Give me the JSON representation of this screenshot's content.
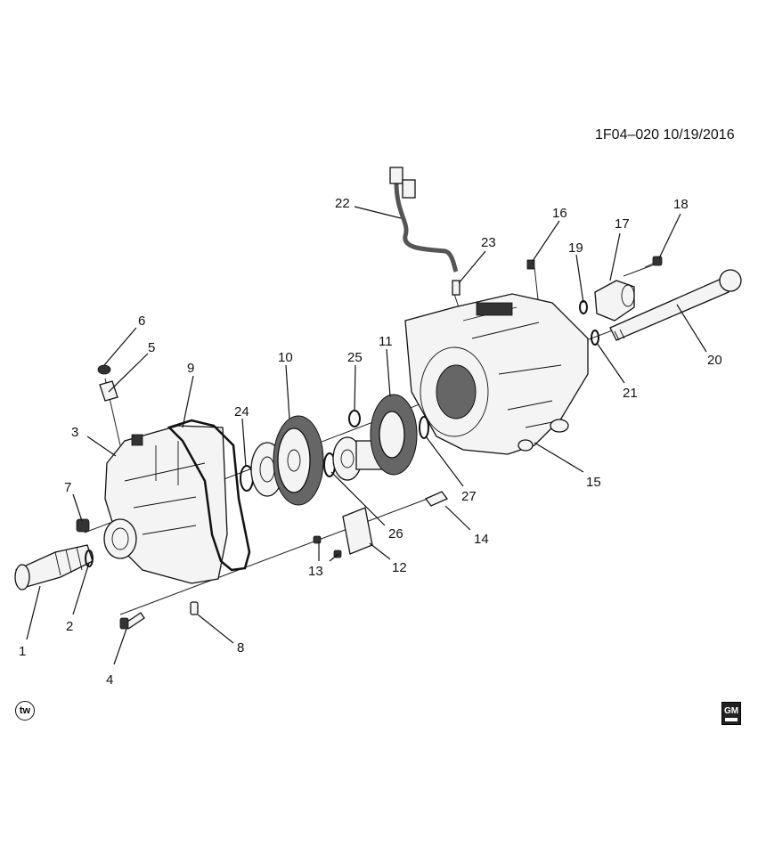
{
  "header": {
    "doc_id": "1F04–020  10/19/2016"
  },
  "badges": {
    "tw_label": "tw",
    "logo_text": "GM"
  },
  "parts": [
    {
      "number": "1"
    },
    {
      "number": "2"
    },
    {
      "number": "3"
    },
    {
      "number": "4"
    },
    {
      "number": "5"
    },
    {
      "number": "6"
    },
    {
      "number": "7"
    },
    {
      "number": "8"
    },
    {
      "number": "9"
    },
    {
      "number": "10"
    },
    {
      "number": "11"
    },
    {
      "number": "12"
    },
    {
      "number": "13"
    },
    {
      "number": "14"
    },
    {
      "number": "15"
    },
    {
      "number": "16"
    },
    {
      "number": "17"
    },
    {
      "number": "18"
    },
    {
      "number": "19"
    },
    {
      "number": "20"
    },
    {
      "number": "21"
    },
    {
      "number": "22"
    },
    {
      "number": "23"
    },
    {
      "number": "24"
    },
    {
      "number": "25"
    },
    {
      "number": "26"
    },
    {
      "number": "27"
    }
  ],
  "colors": {
    "ink": "#111111",
    "background": "#ffffff"
  }
}
